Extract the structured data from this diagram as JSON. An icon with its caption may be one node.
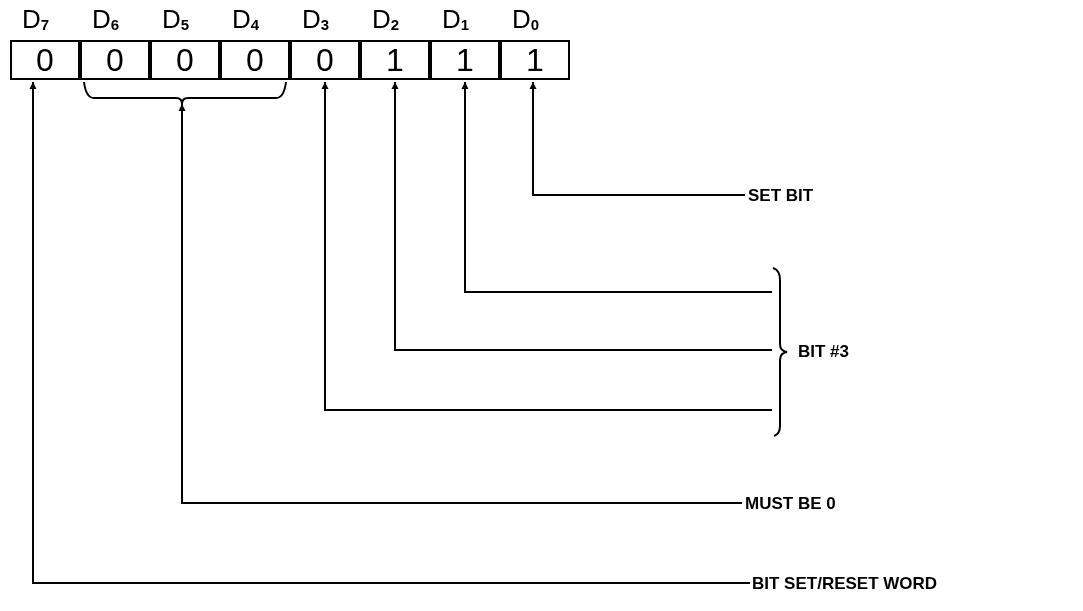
{
  "diagram": {
    "nodes": [
      {
        "text": [
          "0"
        ],
        "beside": [
          "D$_{7}$"
        ]
      },
      {
        "text": [
          "0"
        ],
        "beside": [
          "D$_{6}$"
        ]
      },
      {
        "text": [
          "0"
        ],
        "beside": [
          "D$_{5}$"
        ]
      },
      {
        "text": [
          "0"
        ],
        "beside": [
          "D$_{4}$"
        ]
      },
      {
        "text": [
          "0"
        ],
        "beside": [
          "D$_{3}$"
        ]
      },
      {
        "text": [
          "1"
        ],
        "beside": [
          "D$_{2}$"
        ]
      },
      {
        "text": [
          "1"
        ],
        "beside": [
          "D$_{1}$"
        ]
      },
      {
        "text": [
          "1"
        ],
        "beside": [
          "D$_{0}$"
        ]
      },
      {
        "text": [
          "SET BIT"
        ]
      },
      {
        "text": [
          "BIT #3"
        ]
      },
      {
        "text": [
          "MUST BE 0"
        ]
      },
      {
        "text": [
          "BIT SET/RESET WORD"
        ]
      }
    ],
    "edges": [
      {
        "from": 8,
        "to": 7,
        "arrow": "to"
      },
      {
        "from": 9,
        "to": 6,
        "arrow": "to"
      },
      {
        "from": 9,
        "to": 5,
        "arrow": "to"
      },
      {
        "from": 9,
        "to": 4,
        "arrow": "to"
      },
      {
        "from": 10,
        "to": 1,
        "arrow": "none"
      },
      {
        "from": 10,
        "to": 2,
        "arrow": "to"
      },
      {
        "from": 10,
        "to": 3,
        "arrow": "none"
      },
      {
        "from": 11,
        "to": 0,
        "arrow": "to"
      }
    ]
  }
}
